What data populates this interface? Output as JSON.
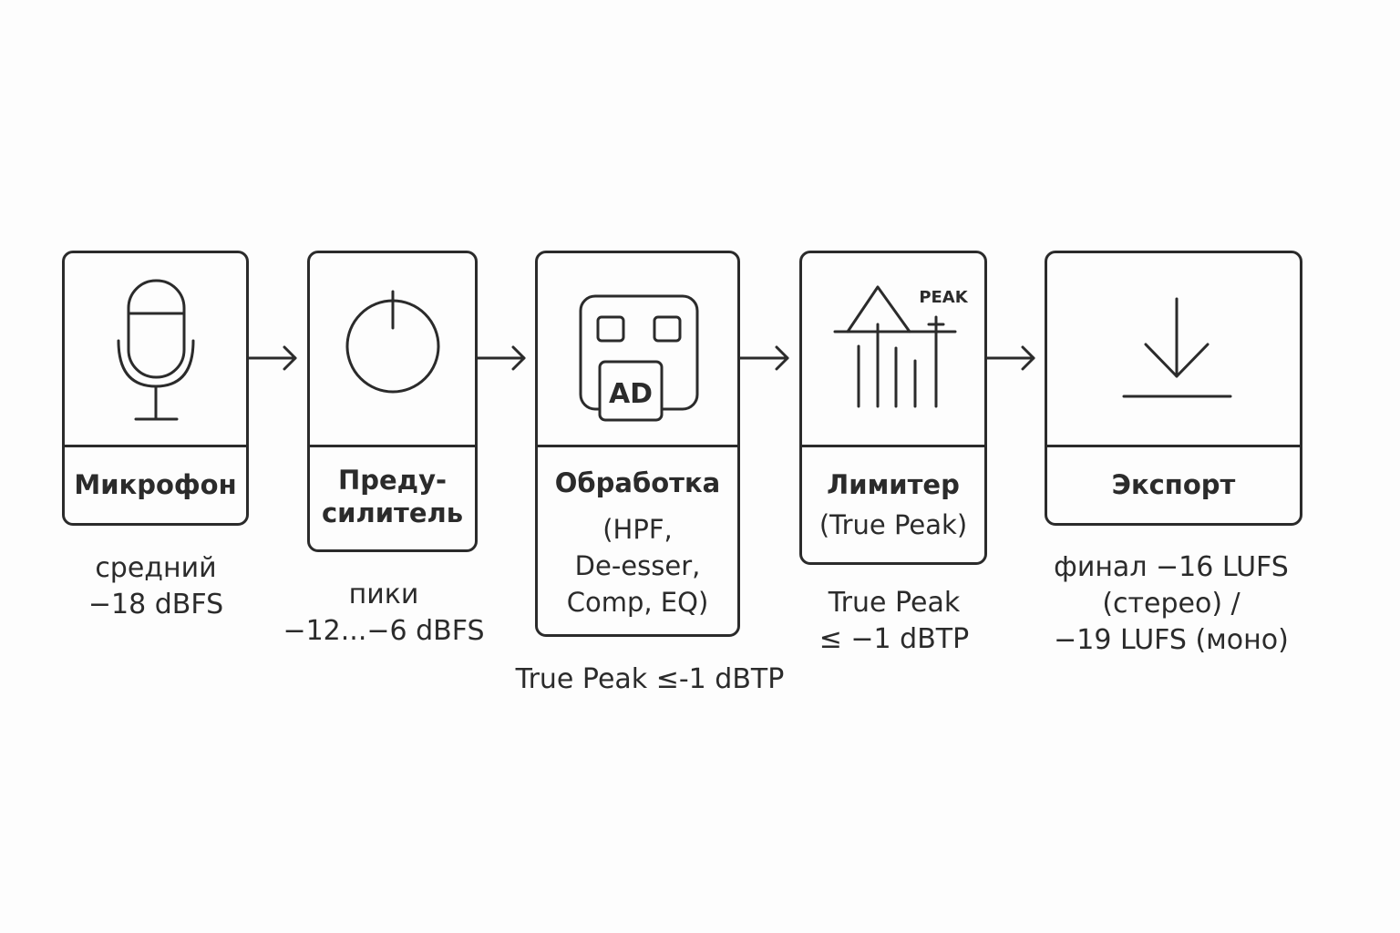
{
  "stages": [
    {
      "id": "microphone",
      "title": [
        "Микрофон"
      ],
      "caption": [
        "средний",
        "−18 dBFS"
      ]
    },
    {
      "id": "preamp",
      "title": [
        "Преду-",
        "силитель"
      ],
      "caption": [
        "пики",
        "−12...−6 dBFS"
      ]
    },
    {
      "id": "processing",
      "title": [
        "Обработка"
      ],
      "subtitle": [
        "(HPF,",
        "De-esser,",
        "Comp, EQ)"
      ],
      "icon_text": "AD",
      "caption": [
        "True Peak ≤-1 dBTP"
      ]
    },
    {
      "id": "limiter",
      "title": [
        "Лимитер"
      ],
      "subtitle": [
        "(True Peak)"
      ],
      "icon_text": "PEAK",
      "caption": [
        "True Peak",
        "≤ −1 dBTP"
      ]
    },
    {
      "id": "export",
      "title": [
        "Экспорт"
      ],
      "caption": [
        "финал −16 LUFS",
        "(стерео) /",
        "−19 LUFS (моно)"
      ]
    }
  ],
  "icons": {
    "microphone": "microphone-icon",
    "preamp": "gain-knob-icon",
    "processing": "ad-converter-icon",
    "limiter": "peak-limiter-icon",
    "export": "download-icon"
  },
  "colors": {
    "stroke": "#2b2b2b",
    "background": "#fdfdfd"
  }
}
